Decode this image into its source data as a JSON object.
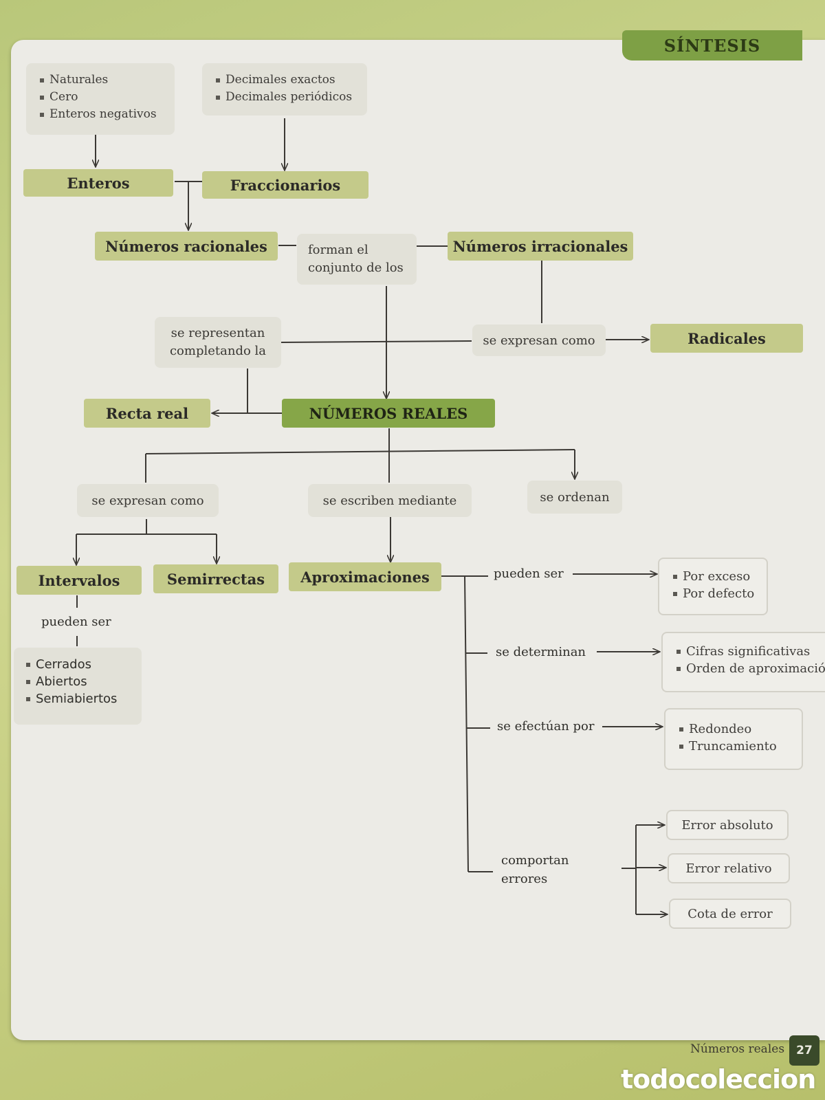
{
  "header": {
    "section_tab": "SÍNTESIS"
  },
  "top_left_list": [
    "Naturales",
    "Cero",
    "Enteros negativos"
  ],
  "top_right_list": [
    "Decimales exactos",
    "Decimales periódicos"
  ],
  "nodes": {
    "enteros": "Enteros",
    "fraccionarios": "Fraccionarios",
    "racionales": "Números racionales",
    "forman": "forman el conjunto de los",
    "irracionales": "Números irracionales",
    "se_representan": "se representan completando la",
    "se_expresan_radicales": "se expresan como",
    "radicales": "Radicales",
    "recta_real": "Recta real",
    "numeros_reales": "NÚMEROS REALES",
    "se_expresan_como": "se expresan como",
    "se_escriben": "se escriben mediante",
    "se_ordenan": "se ordenan",
    "intervalos": "Intervalos",
    "semirrectas": "Semirrectas",
    "aproximaciones": "Aproximaciones",
    "pueden_ser_left": "pueden ser",
    "pueden_ser": "pueden ser",
    "se_determinan": "se determinan",
    "se_efectuan": "se efectúan por",
    "comportan": "comportan errores"
  },
  "interval_types": [
    "Cerrados",
    "Abiertos",
    "Semiabiertos"
  ],
  "aprox_types": [
    "Por exceso",
    "Por defecto"
  ],
  "determinan_items": [
    "Cifras significativas",
    "Orden de aproximació"
  ],
  "efectuan_items": [
    "Redondeo",
    "Truncamiento"
  ],
  "errores": [
    "Error absoluto",
    "Error relativo",
    "Cota de error"
  ],
  "footer": {
    "chapter": "Números reales",
    "page_number": "27"
  },
  "watermark": "todocoleccion",
  "colors": {
    "green_box": "#c4ca8a",
    "title_green": "#86a648",
    "line": "#3b3834"
  }
}
